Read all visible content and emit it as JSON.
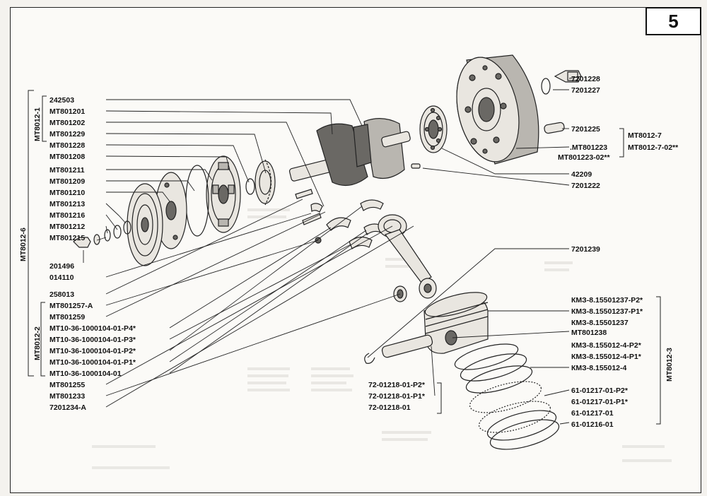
{
  "page_number": "5",
  "groups": {
    "g1": "MT8012-1",
    "g6": "MT8012-6",
    "g2": "MT8012-2",
    "g3": "MT8012-3",
    "g7a": "MT8012-7",
    "g7b": "MT8012-7-02**"
  },
  "left_labels": [
    "242503",
    "MT801201",
    "MT801202",
    "MT801229",
    "MT801228",
    "MT801208",
    "MT801211",
    "MT801209",
    "MT801210",
    "MT801213",
    "MT801216",
    "MT801212",
    "MT801215",
    "201496",
    "014110",
    "258013",
    "MT801257-A",
    "MT801259",
    "MT10-36-1000104-01-P4*",
    "MT10-36-1000104-01-P3*",
    "MT10-36-1000104-01-P2*",
    "MT10-36-1000104-01-P1*",
    "MT10-36-1000104-01",
    "MT801255",
    "MT801233",
    "7201234-A"
  ],
  "right_labels": {
    "r7201228": "7201228",
    "r7201227": "7201227",
    "r7201225": "7201225",
    "rMT801223": ".MT801223",
    "rMT801223_02": "MT801223-02**",
    "r42209": "42209",
    "r7201222": "7201222",
    "r7201239": "7201239"
  },
  "piston_labels": [
    "КМЗ-8.15501237-P2*",
    "КМЗ-8.15501237-P1*",
    "КМЗ-8.15501237",
    "MT801238",
    "КМЗ-8.155012-4-P2*",
    "КМЗ-8.155012-4-P1*",
    "КМЗ-8.155012-4",
    "61-01217-01-P2*",
    "61-01217-01-P1*",
    "61-01217-01",
    "61-01216-01"
  ],
  "pin_labels": [
    "72-01218-01-P2*",
    "72-01218-01-P1*",
    "72-01218-01"
  ]
}
